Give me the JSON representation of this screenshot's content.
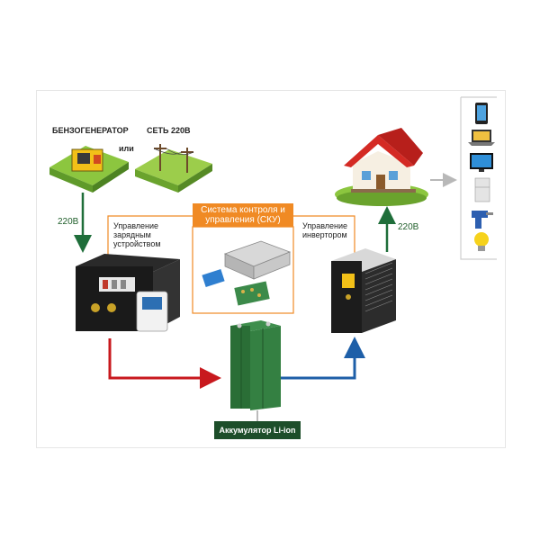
{
  "sources": {
    "generator_label": "БЕНЗОГЕНЕРАТОР",
    "or_label": "или",
    "grid_label": "СЕТЬ 220В"
  },
  "links": {
    "input_voltage": "220В",
    "output_voltage": "220В"
  },
  "control": {
    "title": "Система контроля и управления (СКУ)",
    "charger_control": "Управление зарядным устройством",
    "inverter_control": "Управление инвертором"
  },
  "battery": {
    "label": "Аккумулятор Li-ion"
  },
  "colors": {
    "charge_arrow": "#c8191e",
    "discharge_arrow": "#1e5fa8",
    "feed_arrow": "#1f6e3a",
    "control_line": "#f08a24",
    "battery_green": "#2f7a3c"
  },
  "devices": [
    "phone-icon",
    "laptop-icon",
    "tv-icon",
    "fridge-icon",
    "drill-icon",
    "lightbulb-icon"
  ]
}
